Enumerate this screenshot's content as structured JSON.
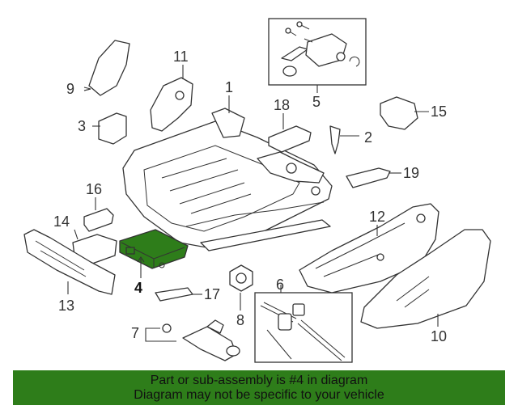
{
  "diagram": {
    "callouts": [
      "1",
      "2",
      "3",
      "4",
      "5",
      "6",
      "7",
      "8",
      "9",
      "10",
      "11",
      "12",
      "13",
      "14",
      "15",
      "16",
      "17",
      "18",
      "19"
    ],
    "highlighted_callout": "4",
    "highlight_color": "#2e7d1a"
  },
  "banner": {
    "line1": "Part or sub-assembly is #4 in diagram",
    "line2": "Diagram may not be specific to your vehicle",
    "background": "#2e7d1a"
  }
}
